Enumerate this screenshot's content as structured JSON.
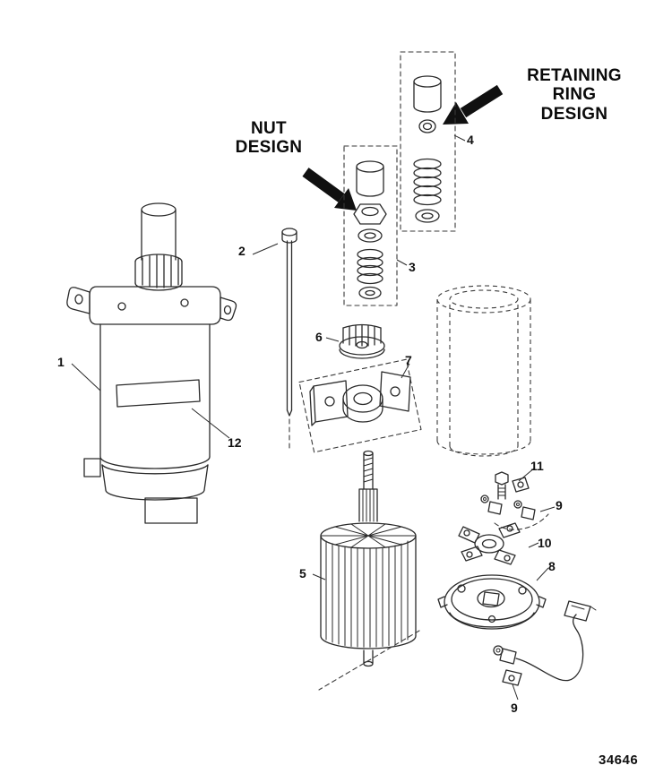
{
  "diagram": {
    "annotations": {
      "nut_design": "NUT DESIGN",
      "retaining_ring_design": "RETAINING RING DESIGN"
    },
    "part_labels": {
      "item1": "1",
      "item2": "2",
      "item3": "3",
      "item4": "4",
      "item5": "5",
      "item6": "6",
      "item7": "7",
      "item8": "8",
      "item9_upper": "9",
      "item9_lower": "9",
      "item10": "10",
      "item11": "11",
      "item12": "12"
    },
    "drawing_number": "34646",
    "colors": {
      "line": "#2a2a2a",
      "arrow": "#101010",
      "background": "#ffffff"
    }
  }
}
